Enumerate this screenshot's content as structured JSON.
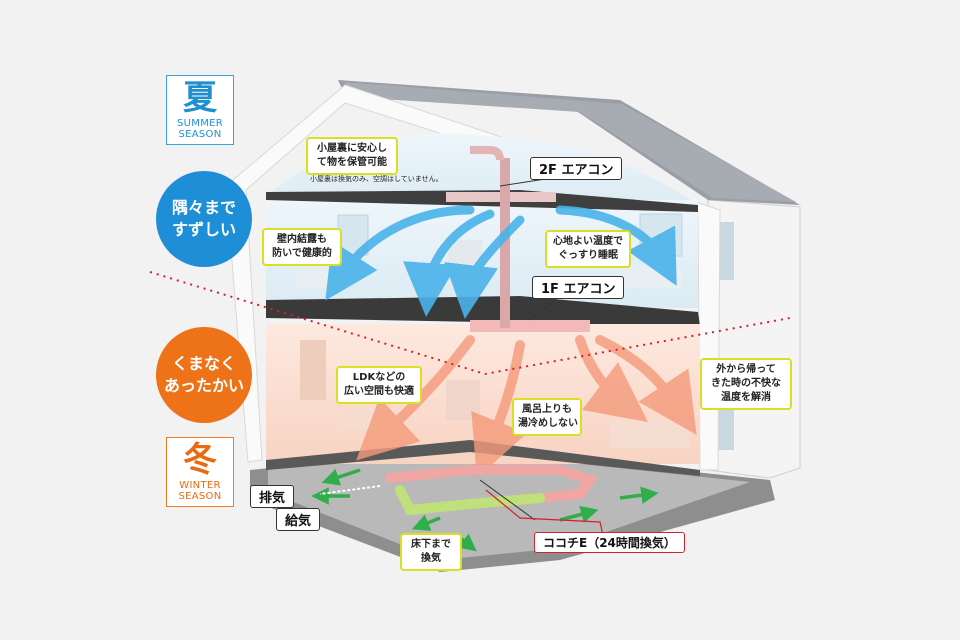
{
  "seasons": {
    "summer": {
      "kanji": "夏",
      "en_line1": "SUMMER",
      "en_line2": "SEASON",
      "color": "#1f8fd0"
    },
    "winter": {
      "kanji": "冬",
      "en_line1": "WINTER",
      "en_line2": "SEASON",
      "color": "#ea6a10"
    }
  },
  "badges": {
    "summer": {
      "line1": "隅々まで",
      "line2": "すずしい"
    },
    "winter": {
      "line1": "くまなく",
      "line2": "あったかい"
    }
  },
  "callouts": {
    "attic": {
      "line1": "小屋裏に安心し",
      "line2": "て物を保管可能"
    },
    "attic_note": "小屋裏は換気のみ、空調はしていません。",
    "wall": {
      "line1": "壁内結露も",
      "line2": "防いで健康的"
    },
    "sleep": {
      "line1": "心地よい温度で",
      "line2": "ぐっすり睡眠"
    },
    "ldk": {
      "line1": "LDKなどの",
      "line2": "広い空間も快適"
    },
    "bath": {
      "line1": "風呂上りも",
      "line2": "湯冷めしない"
    },
    "return_home": {
      "line1": "外から帰って",
      "line2": "きた時の不快な",
      "line3": "温度を解消"
    },
    "underfloor": {
      "line1": "床下まで",
      "line2": "換気"
    }
  },
  "tags": {
    "ac_2f": "2F エアコン",
    "ac_1f": "1F エアコン",
    "exhaust": "排気",
    "supply": "給気",
    "kokochi": "ココチE（24時間換気）"
  },
  "colors": {
    "cool_air": "#4ab3ea",
    "warm_air": "#f59a7a",
    "ventilation": "#2fae4a",
    "callout_border": "#d9e021",
    "divider": "#d2222a"
  }
}
